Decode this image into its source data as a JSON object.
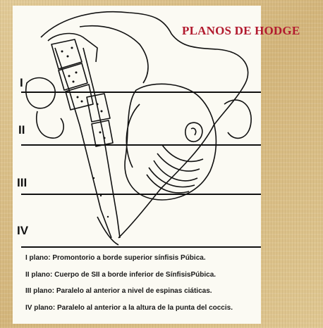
{
  "title": "PLANOS DE HODGE",
  "planes": [
    {
      "label": "I"
    },
    {
      "label": "II"
    },
    {
      "label": "III"
    },
    {
      "label": "IV"
    }
  ],
  "legend": [
    "I plano: Promontorio a borde superior sínfisis Púbica.",
    "II plano: Cuerpo de SII a borde inferior de SínfisisPúbica.",
    "III plano: Paralelo al anterior a nivel de espinas ciáticas.",
    "IV plano: Paralelo al anterior a la altura de la punta del coccis."
  ],
  "colors": {
    "title": "#b21a2e",
    "panel": "#fbfaf3",
    "background": "#d9c08a",
    "ink": "#111111"
  }
}
